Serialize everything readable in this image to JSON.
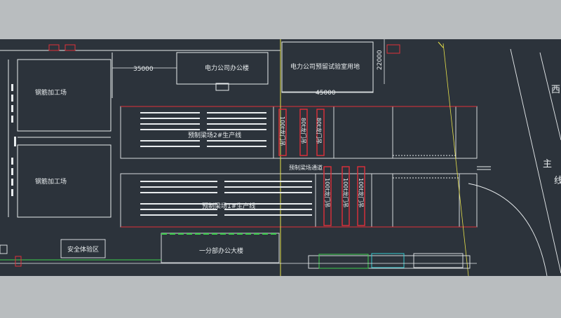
{
  "colors": {
    "frame": "#b9bdbf",
    "canvas": "#2c333b",
    "line": "#e8ecee",
    "red": "#e0303a",
    "yellow": "#e6e04a",
    "green": "#3ccf4c",
    "cyan": "#36c9cf"
  },
  "labels": {
    "rebar_yard_top": "钢筋加工场",
    "rebar_yard_bottom": "钢筋加工场",
    "power_office": "电力公司办公楼",
    "power_test_land": "电力公司预留试验室用地",
    "dim_35000": "35000",
    "dim_45000": "45000",
    "dim_22000": "22000",
    "beam_line_2": "预制梁场2#生产线",
    "beam_line_1": "预制梁场1#生产线",
    "beam_lane": "预制梁场通道",
    "crane_1": "100t龙门吊",
    "crane_2": "80t龙门吊",
    "crane_3": "80t龙门吊",
    "crane_4": "100t龙门吊",
    "crane_5": "100t龙门吊",
    "crane_6": "100t龙门吊",
    "safety_zone": "安全体验区",
    "office_building": "一分部办公大楼",
    "road_west": "西",
    "road_main": "主",
    "road_side": "线"
  }
}
